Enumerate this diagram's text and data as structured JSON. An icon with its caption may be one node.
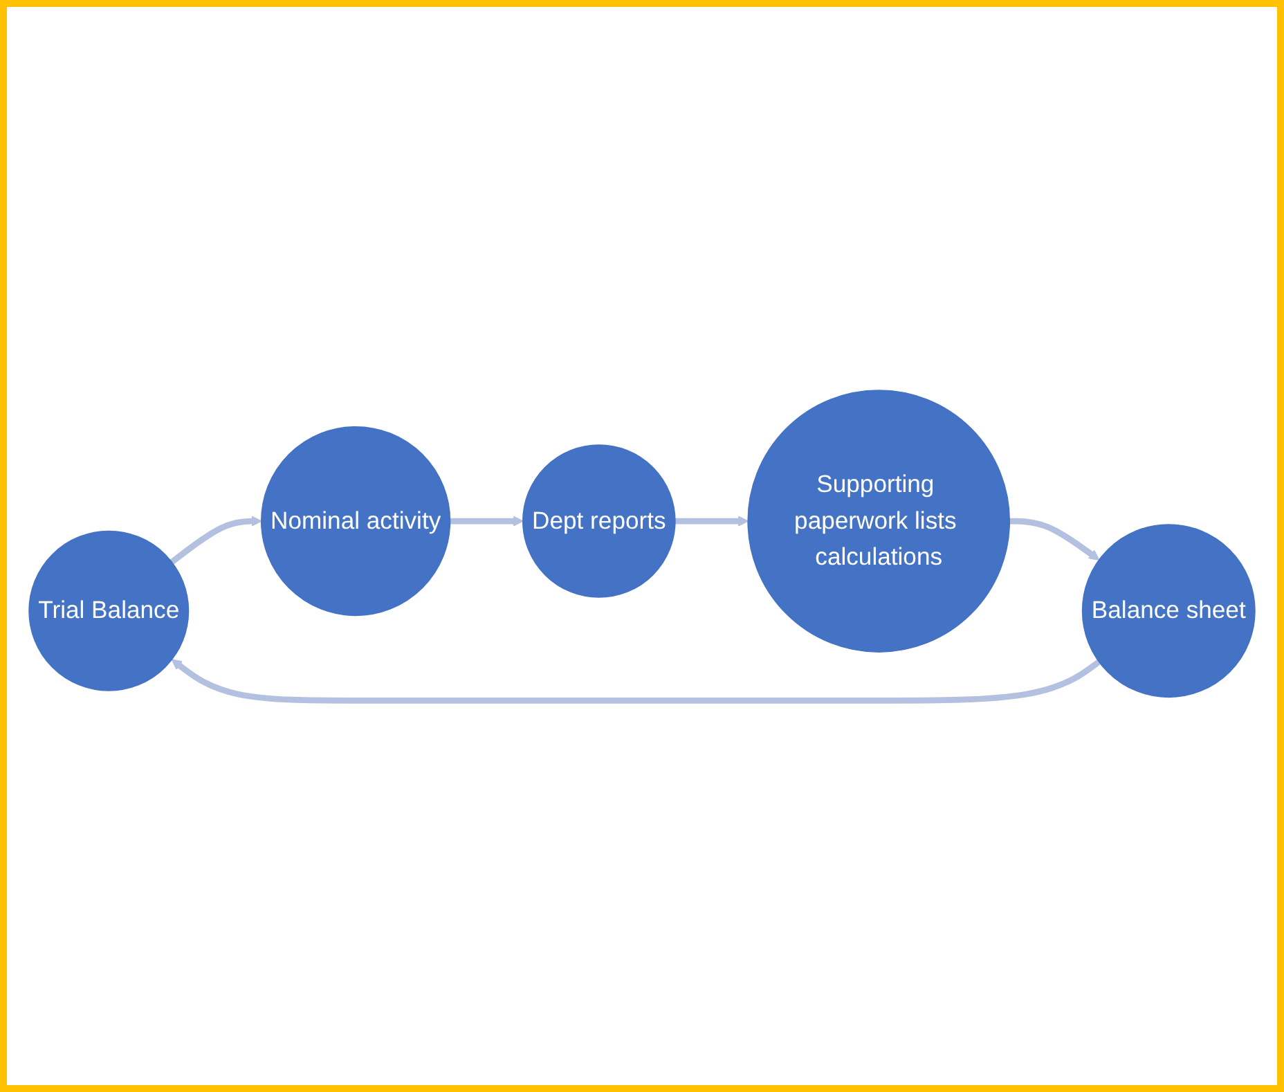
{
  "diagram": {
    "nodes": [
      {
        "text": [
          "Trial Balance"
        ]
      },
      {
        "text": [
          "Nominal activity"
        ]
      },
      {
        "text": [
          "Dept reports"
        ]
      },
      {
        "text": [
          "Supporting paperwork lists calculations"
        ]
      },
      {
        "text": [
          "Balance sheet"
        ]
      }
    ],
    "edges": [
      {
        "from": 0,
        "to": 1,
        "arrow": "to"
      },
      {
        "from": 1,
        "to": 2,
        "arrow": "to"
      },
      {
        "from": 2,
        "to": 3,
        "arrow": "to"
      },
      {
        "from": 3,
        "to": 4,
        "arrow": "to"
      },
      {
        "from": 4,
        "to": 0,
        "arrow": "to"
      }
    ]
  }
}
